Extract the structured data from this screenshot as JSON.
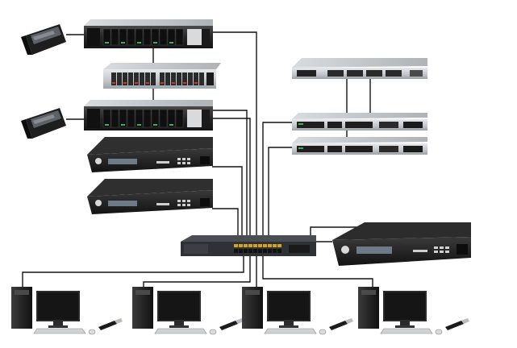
{
  "diagram": {
    "colors": {
      "cable": "#141414",
      "server_body": "#2b2b2b",
      "server_front": "#1b1b1b",
      "server_silver": "#c8cbce",
      "drive_green": "#3fae5a",
      "switch_port_amber": "#d6a21a",
      "appliance_body": "#1f1f1f",
      "appliance_display": "#6d7a88",
      "desktop_tower": "#2a2a2a",
      "monitor_screen": "#0b0b0b",
      "usb_stick_body": "#1c1c1c",
      "usb_stick_metal": "#b8bcc0"
    },
    "devices": {
      "hsm_cards": [
        {
          "icon": "portable-encryption-device-icon"
        },
        {
          "icon": "portable-encryption-device-icon"
        }
      ],
      "rack_servers_left": [
        {
          "icon": "rack-server-icon",
          "variant": "dark"
        },
        {
          "icon": "rack-server-icon",
          "variant": "silver"
        },
        {
          "icon": "rack-server-icon",
          "variant": "dark"
        }
      ],
      "appliances_left": [
        {
          "icon": "network-appliance-icon"
        },
        {
          "icon": "network-appliance-icon"
        }
      ],
      "rack_servers_right": [
        {
          "icon": "rack-server-icon",
          "variant": "silver"
        },
        {
          "icon": "rack-server-icon",
          "variant": "thin"
        },
        {
          "icon": "rack-server-icon",
          "variant": "thin"
        }
      ],
      "appliance_right": {
        "icon": "network-appliance-icon"
      },
      "switch": {
        "icon": "network-switch-icon"
      },
      "workstations": [
        {
          "icon": "desktop-workstation-icon"
        },
        {
          "icon": "desktop-workstation-icon"
        },
        {
          "icon": "desktop-workstation-icon"
        },
        {
          "icon": "desktop-workstation-icon"
        }
      ]
    }
  }
}
